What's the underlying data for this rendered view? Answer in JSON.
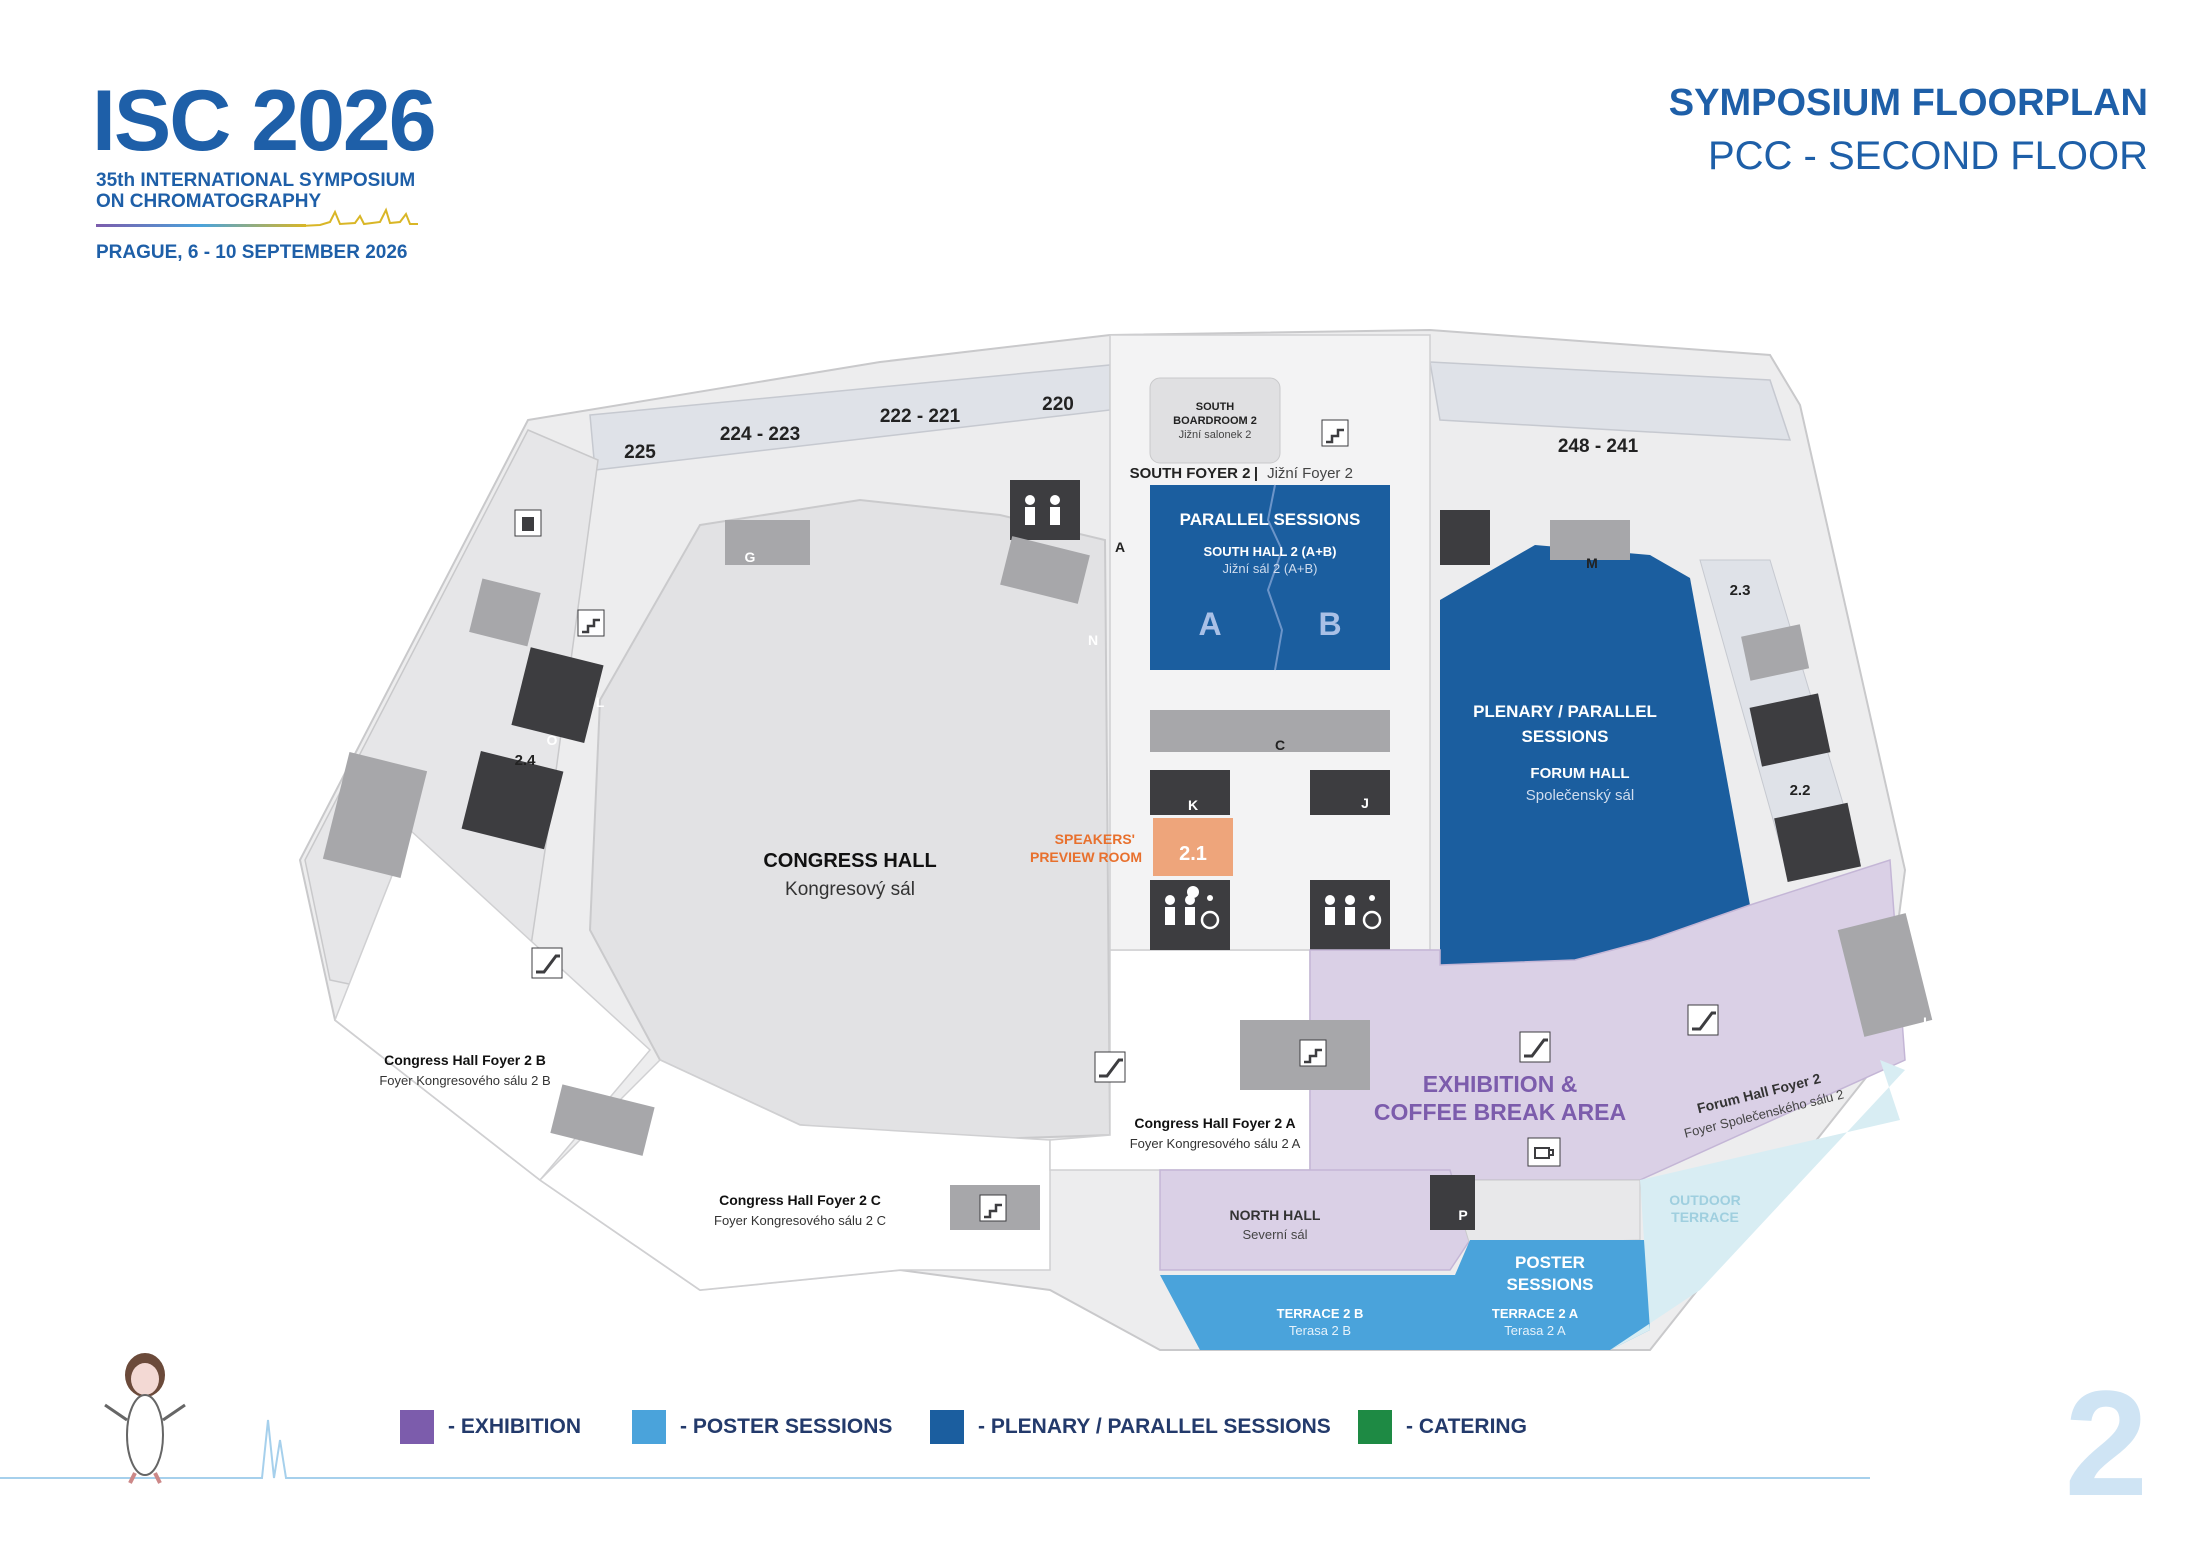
{
  "header": {
    "logo": "ISC 2026",
    "subtitle_line1": "35th INTERNATIONAL SYMPOSIUM",
    "subtitle_line2": "ON CHROMATOGRAPHY",
    "dates": "PRAGUE, 6 - 10 SEPTEMBER 2026",
    "title": "SYMPOSIUM FLOORPLAN",
    "subtitle": "PCC - SECOND FLOOR"
  },
  "page_number": "2",
  "colors": {
    "brand_blue": "#1e5fa8",
    "exhibition": "#7c5cac",
    "poster_sessions": "#4aa3db",
    "plenary_parallel": "#1b5e9f",
    "catering": "#1e8a44",
    "exhibition_area_fill": "#dad0e6",
    "speakers_room": "#eea57b",
    "outdoor_terrace": "#d8edf3"
  },
  "legend": [
    {
      "label": "- EXHIBITION",
      "color": "#7c5cac"
    },
    {
      "label": "- POSTER SESSIONS",
      "color": "#4aa3db"
    },
    {
      "label": "- PLENARY / PARALLEL SESSIONS",
      "color": "#1b5e9f"
    },
    {
      "label": "- CATERING",
      "color": "#1e8a44"
    }
  ],
  "rooms": {
    "r225": "225",
    "r224_223": "224 - 223",
    "r222_221": "222 - 221",
    "r220": "220",
    "r248_241": "248 - 241",
    "r23": "2.3",
    "r22": "2.2",
    "r24": "2.4",
    "r21": "2.1",
    "south_boardroom_line1": "SOUTH",
    "south_boardroom_line2": "BOARDROOM 2",
    "south_boardroom_sub": "Jižní salonek 2",
    "south_foyer": "SOUTH FOYER 2",
    "south_foyer_sep": "|",
    "south_foyer_sub": "Jižní Foyer 2",
    "south_hall_title": "PARALLEL SESSIONS",
    "south_hall_name": "SOUTH HALL 2 (A+B)",
    "south_hall_sub": "Jižní sál 2 (A+B)",
    "hall_a": "A",
    "hall_b": "B",
    "forum_title_1": "PLENARY / PARALLEL",
    "forum_title_2": "SESSIONS",
    "forum_name": "FORUM HALL",
    "forum_sub": "Společenský sál",
    "congress_hall": "CONGRESS HALL",
    "congress_hall_sub": "Kongresový sál",
    "speakers_1": "SPEAKERS'",
    "speakers_2": "PREVIEW ROOM",
    "foyer_2b": "Congress Hall Foyer 2 B",
    "foyer_2b_sub": "Foyer Kongresového sálu 2 B",
    "foyer_2a": "Congress Hall Foyer 2 A",
    "foyer_2a_sub": "Foyer Kongresového sálu 2 A",
    "foyer_2c": "Congress Hall Foyer 2 C",
    "foyer_2c_sub": "Foyer Kongresového sálu 2 C",
    "exhibition_1": "EXHIBITION &",
    "exhibition_2": "COFFEE BREAK AREA",
    "forum_foyer": "Forum Hall Foyer 2",
    "forum_foyer_sub": "Foyer Společenského sálu 2",
    "outdoor_1": "OUTDOOR",
    "outdoor_2": "TERRACE",
    "north_hall": "NORTH HALL",
    "north_hall_sub": "Severní sál",
    "poster_1": "POSTER",
    "poster_2": "SESSIONS",
    "terrace_2b": "TERRACE 2 B",
    "terrace_2b_sub": "Terasa 2 B",
    "terrace_2a": "TERRACE 2 A",
    "terrace_2a_sub": "Terasa 2 A"
  },
  "markers": {
    "a": "A",
    "c": "C",
    "g": "G",
    "i": "I",
    "j": "J",
    "k": "K",
    "l": "L",
    "m": "M",
    "n": "N",
    "o": "O",
    "p": "P"
  }
}
